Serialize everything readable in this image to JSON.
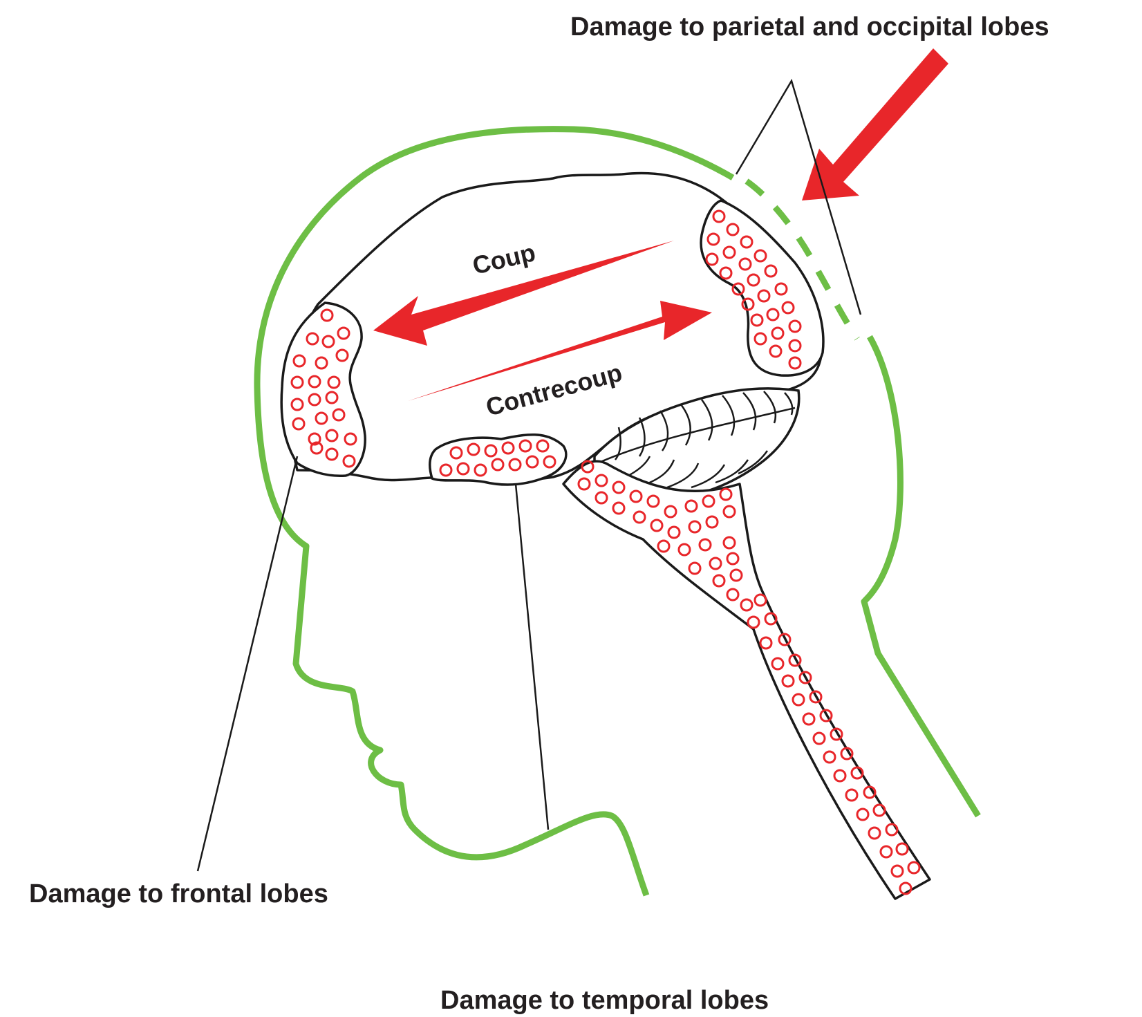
{
  "labels": {
    "parietal_occipital": "Damage to parietal and occipital lobes",
    "frontal": "Damage to frontal lobes",
    "temporal": "Damage to temporal lobes",
    "coup": "Coup",
    "contrecoup": "Contrecoup"
  },
  "colors": {
    "head_outline": "#6dbe45",
    "impact_arrow": "#e8262a",
    "damage_marker": "#e8262a",
    "brain_outline": "#1a1a1a"
  }
}
